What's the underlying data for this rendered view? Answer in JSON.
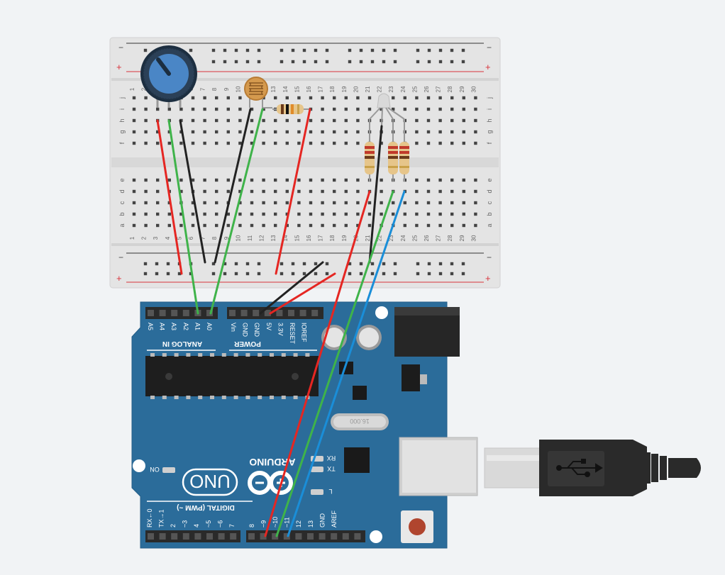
{
  "breadboard": {
    "col_numbers": [
      "1",
      "2",
      "3",
      "4",
      "5",
      "6",
      "7",
      "8",
      "9",
      "10",
      "11",
      "12",
      "13",
      "14",
      "15",
      "16",
      "17",
      "18",
      "19",
      "20",
      "21",
      "22",
      "23",
      "24",
      "25",
      "26",
      "27",
      "28",
      "29",
      "30"
    ],
    "rows_top": [
      "j",
      "i",
      "h",
      "g",
      "f"
    ],
    "rows_bottom": [
      "e",
      "d",
      "c",
      "b",
      "a"
    ],
    "rail_minus": "−",
    "rail_plus": "+"
  },
  "arduino": {
    "brand": "ARDUINO",
    "model": "UNO",
    "on_label": "ON",
    "tx_label": "TX",
    "rx_label": "RX",
    "l_label": "L",
    "crystal_label": "16.000",
    "analog_group": "ANALOG IN",
    "power_group": "POWER",
    "digital_group": "DIGITAL (PWM ~)",
    "analog_pins": [
      "A5",
      "A4",
      "A3",
      "A2",
      "A1",
      "A0"
    ],
    "power_pins": [
      "Vin",
      "GND",
      "GND",
      "5V",
      "3.3V",
      "RESET",
      "IOREF"
    ],
    "digital_right_pins": [
      "AREF",
      "GND",
      "13",
      "12",
      "~11",
      "~10",
      "~9",
      "8"
    ],
    "digital_left_pins": [
      "7",
      "~6",
      "~5",
      "4",
      "~3",
      "2",
      "TX→1",
      "RX←0"
    ]
  },
  "colors": {
    "board": "#2b6c9a",
    "board_dark": "#1f5580",
    "breadboard": "#e6e6e6",
    "wire_red": "#e52622",
    "wire_green": "#3fb34a",
    "wire_black": "#222222",
    "wire_blue": "#1a8ed8",
    "rail_red": "#d9333c",
    "rail_dark": "#333333"
  },
  "components": [
    "potentiometer",
    "photoresistor",
    "resistor",
    "rgb-led",
    "resistor-red",
    "resistor-green",
    "resistor-blue",
    "usb-cable"
  ]
}
